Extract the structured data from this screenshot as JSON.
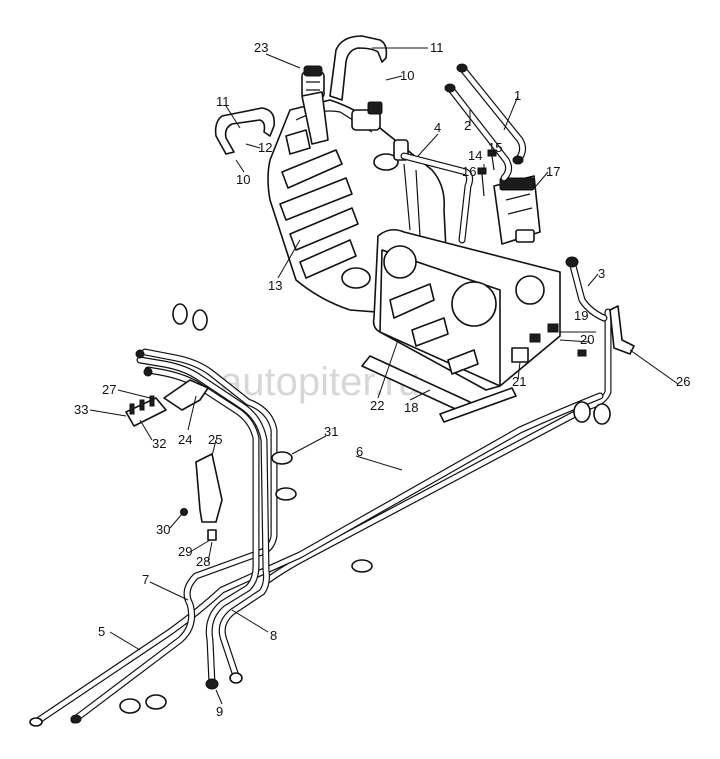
{
  "watermark": "autopiter.ru",
  "labels": [
    "1",
    "2",
    "3",
    "4",
    "5",
    "6",
    "7",
    "8",
    "9",
    "10",
    "10",
    "11",
    "11",
    "12",
    "13",
    "14",
    "15",
    "16",
    "17",
    "18",
    "19",
    "20",
    "21",
    "22",
    "23",
    "24",
    "25",
    "26",
    "27",
    "28",
    "29",
    "30",
    "31",
    "32",
    "33"
  ]
}
